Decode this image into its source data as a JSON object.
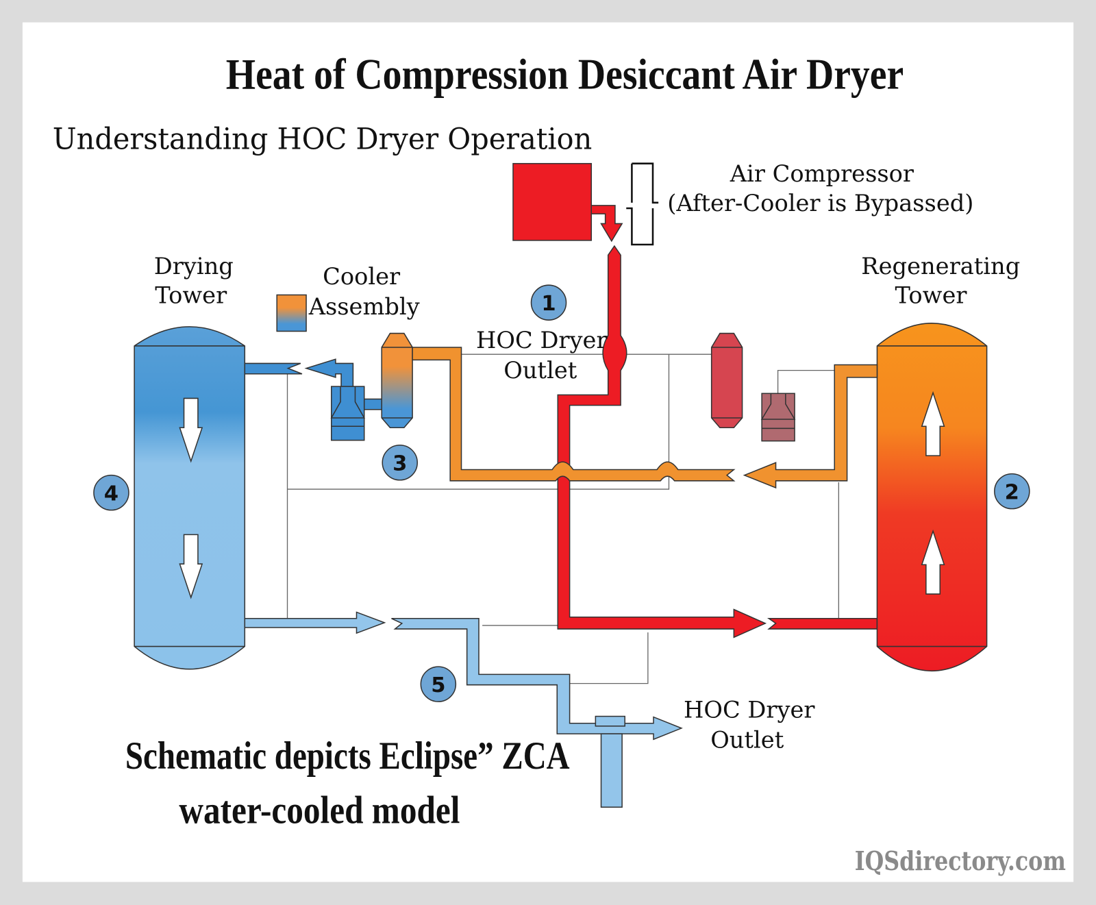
{
  "title": "Heat of Compression Desiccant Air Dryer",
  "subtitle": "Understanding HOC Dryer Operation",
  "labels": {
    "air_compressor": "Air Compressor",
    "after_cooler": "(After-Cooler is Bypassed)",
    "drying_tower_1": "Drying",
    "drying_tower_2": "Tower",
    "cooler_assembly_1": "Cooler",
    "cooler_assembly_2": "Assembly",
    "hoc_outlet_top_1": "HOC Dryer",
    "hoc_outlet_top_2": "Outlet",
    "regen_tower_1": "Regenerating",
    "regen_tower_2": "Tower",
    "hoc_outlet_bottom_1": "HOC Dryer",
    "hoc_outlet_bottom_2": "Outlet"
  },
  "steps": [
    "1",
    "2",
    "3",
    "4",
    "5"
  ],
  "caption_1": "Schematic depicts Eclipse” ZCA",
  "caption_2": "water-cooled model",
  "watermark": "IQSdirectory.com",
  "colors": {
    "hot_red": "#ed1c24",
    "orange": "#f0922f",
    "blue": "#3f8fd2",
    "light_blue": "#93c5ea",
    "step_circle": "#6fa6d6"
  }
}
